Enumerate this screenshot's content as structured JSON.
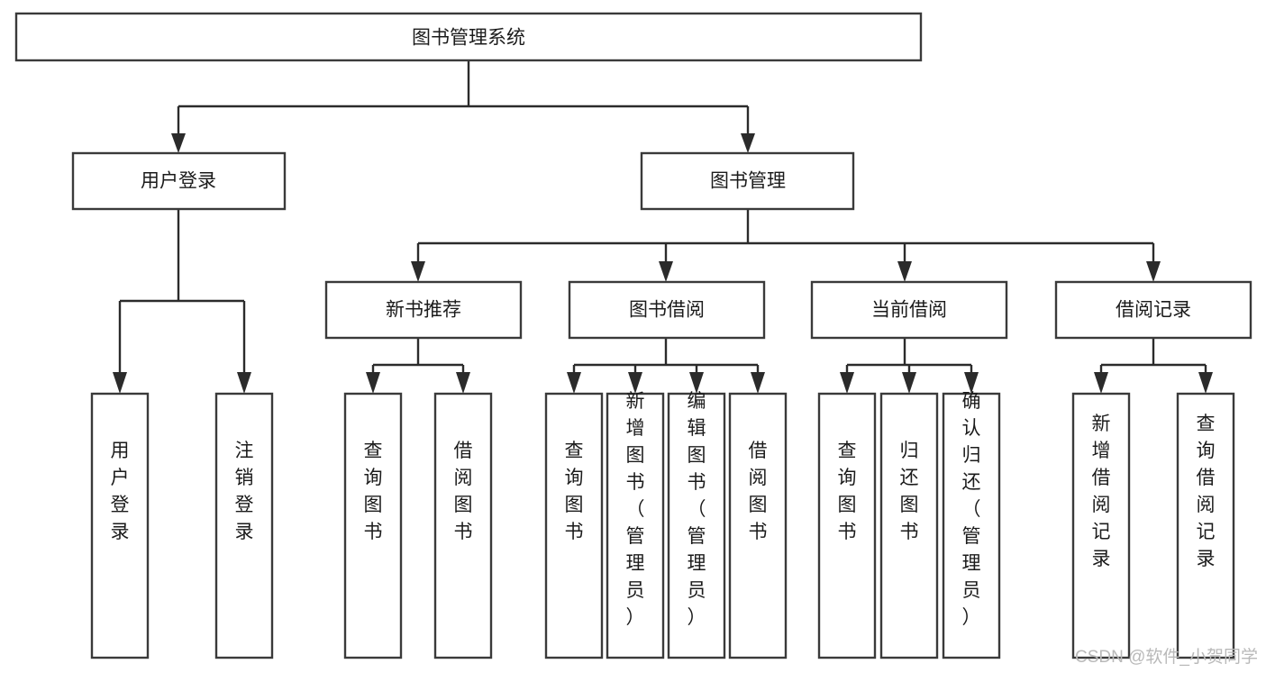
{
  "diagram": {
    "title": "图书管理系统",
    "type": "tree-hierarchy-chart",
    "colors": {
      "box_stroke": "#3a3a3a",
      "box_fill": "#ffffff",
      "edge": "#2b2b2b",
      "text": "#1b1b1b",
      "watermark": "#b9b9b9",
      "background": "#ffffff"
    },
    "root": {
      "label": "图书管理系统",
      "orientation": "horizontal"
    },
    "level2": [
      {
        "label": "用户登录",
        "orientation": "horizontal"
      },
      {
        "label": "图书管理",
        "orientation": "horizontal"
      }
    ],
    "level3": [
      {
        "label": "新书推荐",
        "orientation": "horizontal"
      },
      {
        "label": "图书借阅",
        "orientation": "horizontal"
      },
      {
        "label": "当前借阅",
        "orientation": "horizontal"
      },
      {
        "label": "借阅记录",
        "orientation": "horizontal"
      }
    ],
    "leaves": {
      "user_login": [
        {
          "label": "用户登录",
          "orientation": "vertical"
        },
        {
          "label": "注销登录",
          "orientation": "vertical"
        }
      ],
      "new_book_recommend": [
        {
          "label": "查询图书",
          "orientation": "vertical"
        },
        {
          "label": "借阅图书",
          "orientation": "vertical"
        }
      ],
      "book_borrow": [
        {
          "label": "查询图书",
          "orientation": "vertical"
        },
        {
          "label": "新增图书（管理员）",
          "orientation": "vertical"
        },
        {
          "label": "编辑图书（管理员）",
          "orientation": "vertical"
        },
        {
          "label": "借阅图书",
          "orientation": "vertical"
        }
      ],
      "current_borrow": [
        {
          "label": "查询图书",
          "orientation": "vertical"
        },
        {
          "label": "归还图书",
          "orientation": "vertical"
        },
        {
          "label": "确认归还（管理员）",
          "orientation": "vertical"
        }
      ],
      "borrow_record": [
        {
          "label": "新增借阅记录",
          "orientation": "vertical"
        },
        {
          "label": "查询借阅记录",
          "orientation": "vertical"
        }
      ]
    },
    "watermark": "CSDN @软件_小贺同学"
  }
}
